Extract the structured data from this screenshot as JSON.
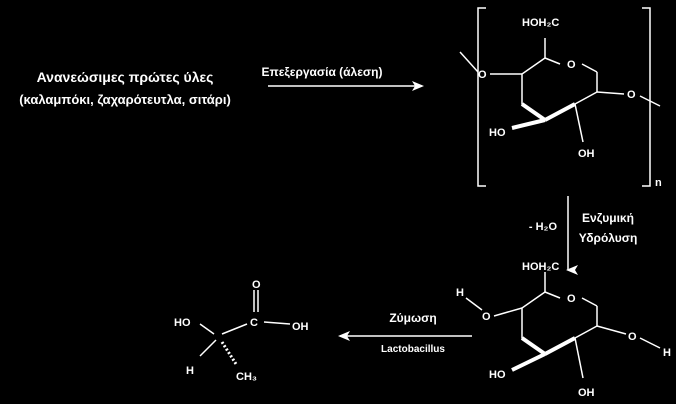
{
  "raw_materials": {
    "title": "Ανανεώσιμες πρώτες ύλες",
    "subtitle": "(καλαμπόκι, ζαχαρότευτλα, σιτάρι)"
  },
  "step1": {
    "label": "Επεξεργασία (άλεση)"
  },
  "polymer": {
    "ch2oh": "HOH₂C",
    "oh_a": "HO",
    "oh_b": "OH",
    "subscript_n": "n"
  },
  "step2": {
    "minus_water": "- H₂O",
    "line1": "Ενζυμική",
    "line2": "Υδρόλυση"
  },
  "glucose": {
    "ch2oh": "HOH₂C",
    "h_left": "H",
    "h_right": "H",
    "oh_a": "HO",
    "oh_b": "OH"
  },
  "step3": {
    "label": "Ζύμωση",
    "organism": "Lactobacillus"
  },
  "lactic_acid": {
    "carbonyl_o": "O",
    "carboxyl_c": "C",
    "acid_oh": "OH",
    "ho": "HO",
    "h": "H",
    "ch3": "CH₃"
  },
  "colors": {
    "background": "#000000",
    "foreground": "#ffffff"
  }
}
